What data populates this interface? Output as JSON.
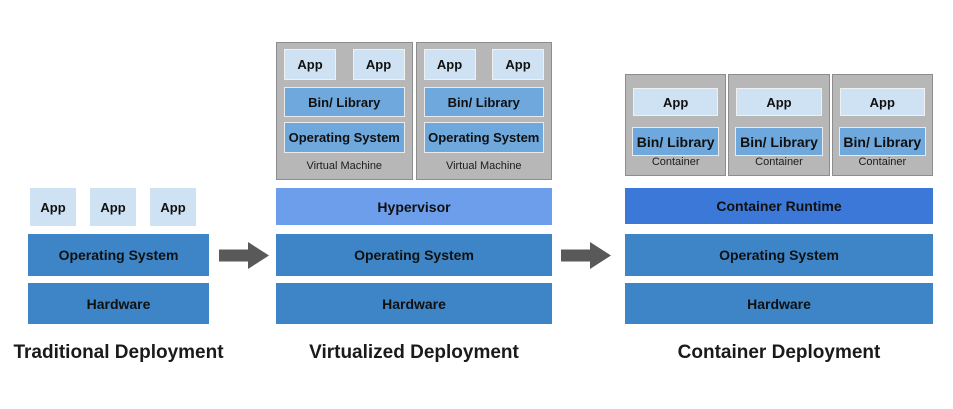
{
  "columns": {
    "traditional": {
      "title": "Traditional Deployment",
      "apps": [
        "App",
        "App",
        "App"
      ],
      "layers": {
        "os": "Operating System",
        "hardware": "Hardware"
      }
    },
    "virtualized": {
      "title": "Virtualized Deployment",
      "vms": [
        {
          "label": "Virtual Machine",
          "apps": [
            "App",
            "App"
          ],
          "bin_library": "Bin/ Library",
          "operating_system": "Operating System"
        },
        {
          "label": "Virtual Machine",
          "apps": [
            "App",
            "App"
          ],
          "bin_library": "Bin/ Library",
          "operating_system": "Operating System"
        }
      ],
      "layers": {
        "hypervisor": "Hypervisor",
        "os": "Operating System",
        "hardware": "Hardware"
      }
    },
    "container": {
      "title": "Container Deployment",
      "containers": [
        {
          "label": "Container",
          "app": "App",
          "bin_library": "Bin/ Library"
        },
        {
          "label": "Container",
          "app": "App",
          "bin_library": "Bin/ Library"
        },
        {
          "label": "Container",
          "app": "App",
          "bin_library": "Bin/ Library"
        }
      ],
      "layers": {
        "container_runtime": "Container Runtime",
        "os": "Operating System",
        "hardware": "Hardware"
      }
    }
  },
  "icons": {
    "arrow_1": "right-arrow",
    "arrow_2": "right-arrow"
  },
  "colors": {
    "app_box": "#cfe2f3",
    "bin_library_box": "#6fa8dc",
    "os_layer": "#3d85c6",
    "hypervisor_layer": "#6d9eeb",
    "container_runtime_layer": "#3c78d8",
    "machine_gray": "#b7b7b7",
    "machine_border": "#8d8d8d",
    "arrow_gray": "#595959",
    "title_text": "#1a1a1a"
  }
}
